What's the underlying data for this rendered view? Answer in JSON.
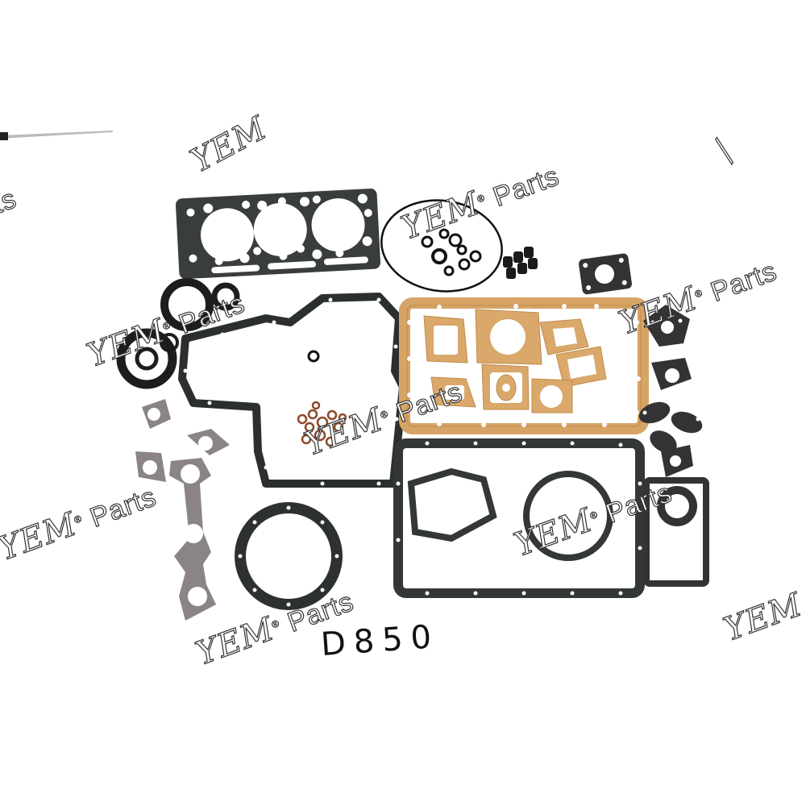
{
  "image": {
    "kind": "product photo",
    "subject": "engine full gasket kit",
    "background": "#ffffff",
    "model_label": "D850",
    "watermark": {
      "brand": "YEM",
      "mark": "®",
      "word": "Parts"
    },
    "colors": {
      "black_gasket": "#2f3233",
      "paper_gasket": "#d9a86a",
      "graphite_gasket": "#8a8584",
      "copper_washer": "#8a4a2a",
      "rubber": "#1a1a1a"
    },
    "parts": [
      "cylinder head gasket (3-cylinder)",
      "large O-ring",
      "small O-rings",
      "valve stem seals",
      "oil seals",
      "timing gear case gasket",
      "paper gaskets set",
      "exhaust manifold gasket",
      "oil pan gasket",
      "round flange gaskets",
      "small black flange gaskets",
      "copper washers"
    ]
  }
}
